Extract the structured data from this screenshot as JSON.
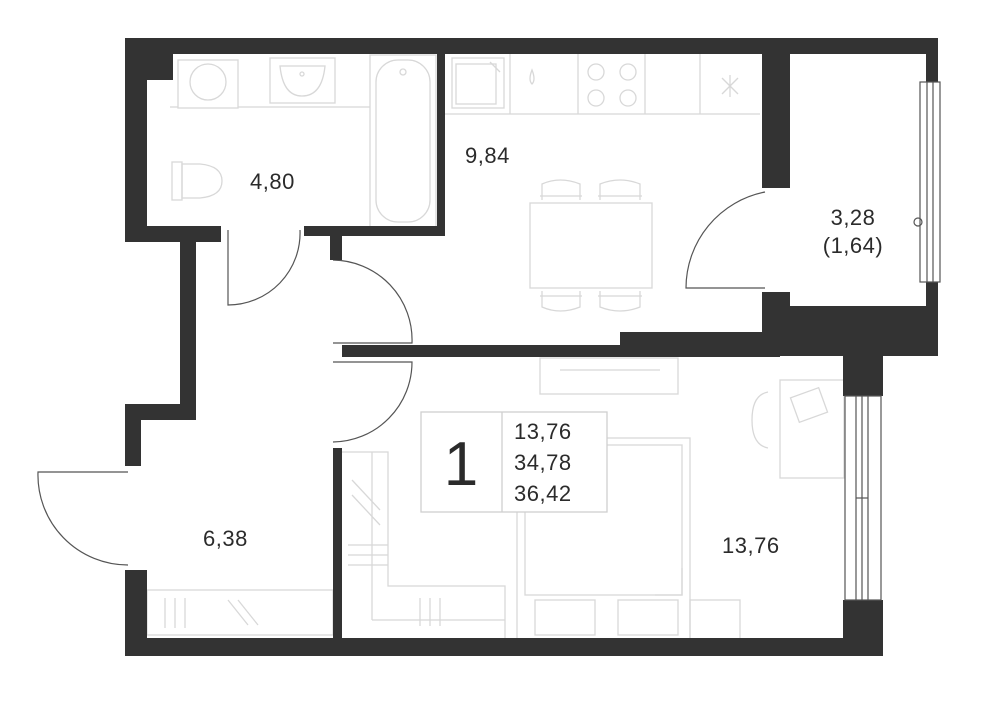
{
  "rooms": {
    "bathroom": {
      "area": "4,80"
    },
    "kitchen": {
      "area": "9,84"
    },
    "balcony": {
      "area": "3,28",
      "reduced_area": "(1,64)"
    },
    "hallway": {
      "area": "6,38"
    },
    "bedroom": {
      "area": "13,76"
    }
  },
  "legend": {
    "rooms_count": "1",
    "living_area": "13,76",
    "total_area": "34,78",
    "total_with_balcony": "36,42"
  },
  "colors": {
    "wall": "#333333",
    "furniture_line": "#d8d8d8",
    "door_line": "#555555"
  }
}
